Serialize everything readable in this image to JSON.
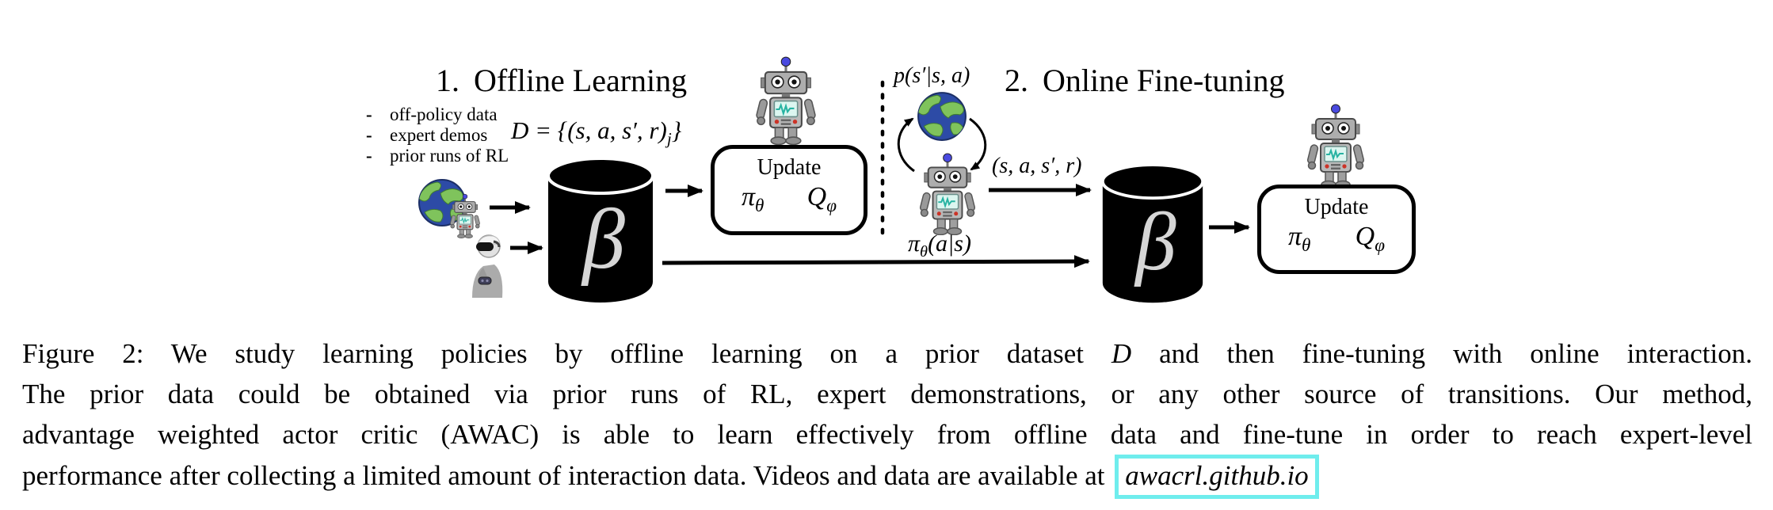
{
  "figure": {
    "sections": {
      "offline": {
        "number": "1.",
        "title": "Offline Learning",
        "bullet_marker": "-",
        "bullets": [
          "off-policy data",
          "expert demos",
          "prior runs of RL"
        ],
        "dataset_equation": {
          "main": "D = {(s, a, s′, r)",
          "subscript": "j",
          "close": "}"
        },
        "buffer_symbol": "β",
        "update_box": {
          "title": "Update",
          "pi": "π",
          "pi_sub": "θ",
          "q": "Q",
          "q_sub": "φ"
        }
      },
      "online": {
        "number": "2.",
        "title": "Online Fine-tuning",
        "dynamics_label": "p(s′|s, a)",
        "transition_label": "(s, a, s′, r)",
        "policy_pi": "π",
        "policy_pi_sub": "θ",
        "policy_args": "(a|s)",
        "buffer_symbol": "β",
        "update_box": {
          "title": "Update",
          "pi": "π",
          "pi_sub": "θ",
          "q": "Q",
          "q_sub": "φ"
        }
      }
    },
    "caption": {
      "line1_prefix": "Figure 2: We study learning policies by offline learning on a prior dataset ",
      "dataset_symbol": "D",
      "line1_suffix": " and then fine-tuning with online interaction.",
      "line2": "The prior data could be obtained via prior runs of RL, expert demonstrations, or any other source of transitions. Our method,",
      "line3": "advantage weighted actor critic (AWAC) is able to learn effectively from offline data and fine-tune in order to reach expert-level",
      "line4": "performance after collecting a limited amount of interaction data. Videos and data are available at ",
      "link_text": "awacrl.github.io"
    },
    "icons": {
      "robot": "robot-icon",
      "globe": "globe-icon",
      "vr_person": "vr-person-icon",
      "database": "database-cylinder-icon"
    },
    "colors": {
      "link_box_border": "#6feded",
      "globe_ocean": "#2d4ba6",
      "globe_land": "#7fc35c",
      "robot_body": "#b9b9b9",
      "robot_screen": "#dcf6f0",
      "robot_waveform": "#27b3a2",
      "antenna_ball": "#4a4ae0",
      "indicator_red": "#cc3327",
      "ink": "#000000"
    }
  }
}
